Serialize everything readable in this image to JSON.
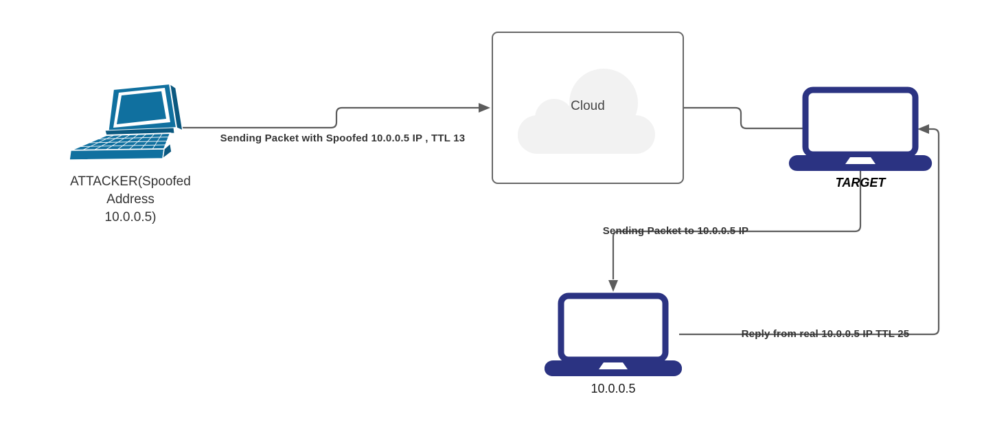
{
  "nodes": {
    "attacker": {
      "label": "ATTACKER(Spoofed\nAddress\n10.0.0.5)",
      "icon": "laptop-3d-icon"
    },
    "cloud": {
      "label": "Cloud",
      "icon": "cloud-icon"
    },
    "target": {
      "label": "TARGET",
      "icon": "laptop-icon"
    },
    "real_host": {
      "label": "10.0.0.5",
      "icon": "laptop-icon"
    }
  },
  "edges": [
    {
      "from": "attacker",
      "to": "cloud",
      "label": "Sending Packet with Spoofed 10.0.0.5 IP , TTL 13"
    },
    {
      "from": "cloud",
      "to": "target",
      "label": ""
    },
    {
      "from": "target",
      "to": "real_host",
      "label": "Sending Packet to 10.0.0.5 IP"
    },
    {
      "from": "real_host",
      "to": "target",
      "label": "Reply from real 10.0.0.5 IP TTL 25"
    }
  ],
  "colors": {
    "attacker_laptop": "#10709f",
    "attacker_laptop_dark": "#0b587f",
    "navy_laptop": "#2b3382",
    "connector": "#5c5c5c",
    "cloud_fill": "#f2f2f2",
    "cloud_box_border": "#666666",
    "edge_label_text": "#333333"
  }
}
